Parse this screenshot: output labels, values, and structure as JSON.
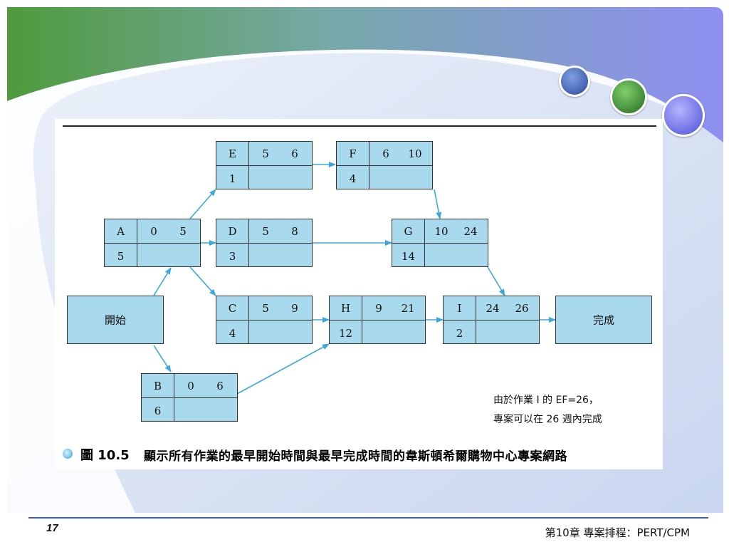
{
  "colors": {
    "node_fill": "#a9d9ec",
    "arrow": "#3aa8dc",
    "accent_green": "#4e9e3a",
    "accent_purple": "#8f8ff0"
  },
  "nodes": [
    {
      "id": "A",
      "es": "0",
      "ef": "5",
      "dur": "5"
    },
    {
      "id": "B",
      "es": "0",
      "ef": "6",
      "dur": "6"
    },
    {
      "id": "C",
      "es": "5",
      "ef": "9",
      "dur": "4"
    },
    {
      "id": "D",
      "es": "5",
      "ef": "8",
      "dur": "3"
    },
    {
      "id": "E",
      "es": "5",
      "ef": "6",
      "dur": "1"
    },
    {
      "id": "F",
      "es": "6",
      "ef": "10",
      "dur": "4"
    },
    {
      "id": "G",
      "es": "10",
      "ef": "24",
      "dur": "14"
    },
    {
      "id": "H",
      "es": "9",
      "ef": "21",
      "dur": "12"
    },
    {
      "id": "I",
      "es": "24",
      "ef": "26",
      "dur": "2"
    }
  ],
  "start_label": "開始",
  "finish_label": "完成",
  "note": {
    "line1": "由於作業 I 的 EF=26，",
    "line2": "專案可以在 26 週內完成"
  },
  "caption": {
    "label": "圖 10.5",
    "text": "顯示所有作業的最早開始時間與最早完成時間的韋斯頓希爾購物中心專案網路"
  },
  "footer": {
    "page": "17",
    "chapter": "第10章 專案排程：PERT/CPM"
  }
}
